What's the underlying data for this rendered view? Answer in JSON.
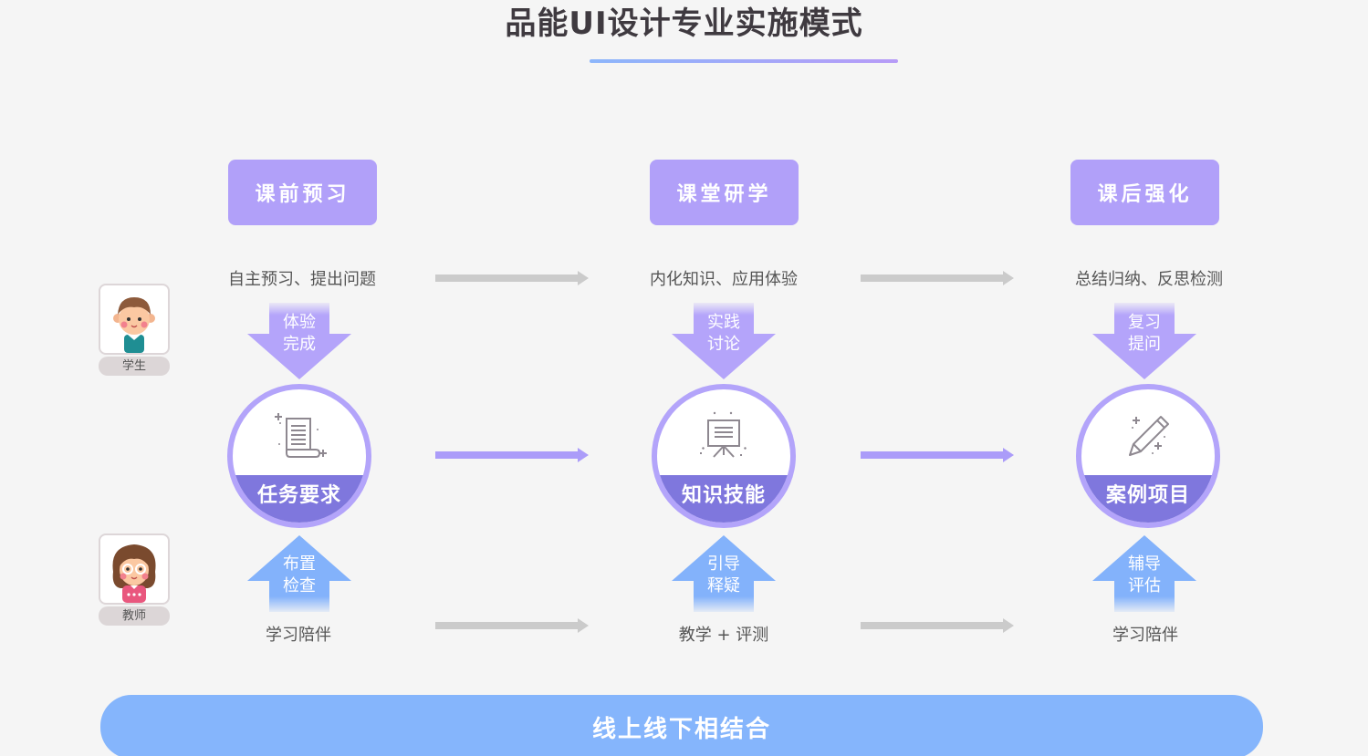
{
  "title": "品能UI设计专业实施模式",
  "colors": {
    "background": "#f5f5f5",
    "title": "#3f3a40",
    "phase_purple": "#b1a0f9",
    "band_purple": "#7f77dd",
    "student_arrow": "#b4a4fa",
    "teacher_arrow": "#83b2fb",
    "grey_arrow": "#cbcbcb",
    "bottom_bar": "#85b5fc"
  },
  "roles": {
    "student": "学生",
    "teacher": "教师"
  },
  "stages": [
    {
      "phase": "课前预习",
      "student_activity": "自主预习、提出问题",
      "student_arrow": [
        "体验",
        "完成"
      ],
      "core": "任务要求",
      "icon": "scroll-document-icon",
      "teacher_arrow": [
        "布置",
        "检查"
      ],
      "teacher_activity": "学习陪伴"
    },
    {
      "phase": "课堂研学",
      "student_activity": "内化知识、应用体验",
      "student_arrow": [
        "实践",
        "讨论"
      ],
      "core": "知识技能",
      "icon": "presentation-board-icon",
      "teacher_arrow": [
        "引导",
        "释疑"
      ],
      "teacher_activity": "教学 + 评测"
    },
    {
      "phase": "课后强化",
      "student_activity": "总结归纳、反思检测",
      "student_arrow": [
        "复习",
        "提问"
      ],
      "core": "案例项目",
      "icon": "pencil-icon",
      "teacher_arrow": [
        "辅导",
        "评估"
      ],
      "teacher_activity": "学习陪伴"
    }
  ],
  "footer": "线上线下相结合"
}
